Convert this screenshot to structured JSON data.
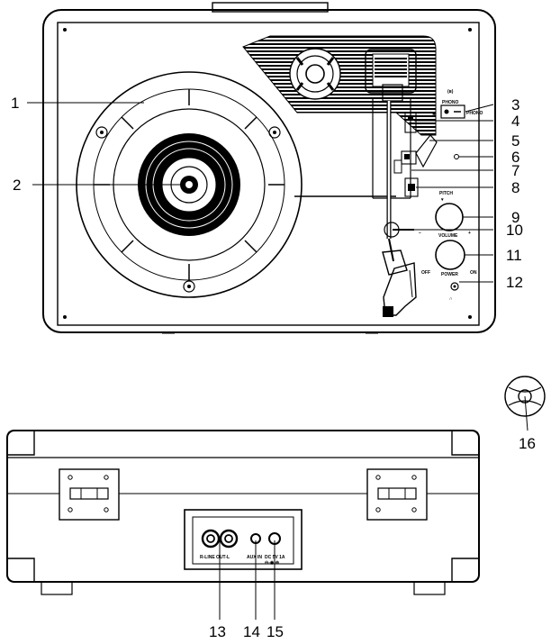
{
  "callouts": [
    "1",
    "2",
    "3",
    "4",
    "5",
    "6",
    "7",
    "8",
    "9",
    "10",
    "11",
    "12",
    "13",
    "14",
    "15",
    "16"
  ],
  "panel_labels": {
    "bt_mode": "PHONO",
    "phono": "PHONO",
    "pitch": "PITCH",
    "volume": "VOLUME",
    "off": "OFF",
    "power": "POWER",
    "on": "ON",
    "minus": "−",
    "plus": "+",
    "rca_out": "R-LINE OUT-L",
    "aux_in": "AUX IN",
    "dc_in": "DC 5V 1A"
  }
}
